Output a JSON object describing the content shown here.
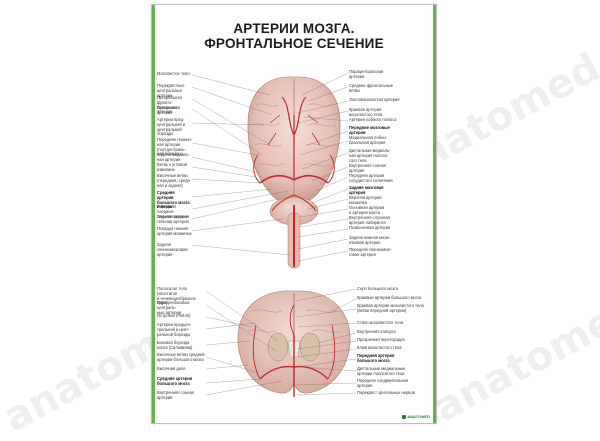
{
  "title_line1": "АРТЕРИИ МОЗГА.",
  "title_line2": "ФРОНТАЛЬНОЕ СЕЧЕНИЕ",
  "watermark": "anatomed.ru",
  "logo_text": "ANATOMED",
  "upper_left": [
    {
      "text": "Мозолистое тело",
      "bold": false
    },
    {
      "text": "Перекрёстные\nцентральные артерии",
      "bold": false
    },
    {
      "text": "Латеральная фронто-\nбазальная артерия",
      "bold": false
    },
    {
      "text": "Пупырчатая\nартерия",
      "bold": false
    },
    {
      "text": "Артерии пред-\nцентральной и\nцентральной\nборозды",
      "bold": false
    },
    {
      "text": "Передняя теменн-\nная артерия\n(постцентраль-\nной борозды)",
      "bold": false
    },
    {
      "text": "Задняя медиаль-\nная артерия",
      "bold": false
    },
    {
      "text": "Ветвь к угловой\nизвилине",
      "bold": false
    },
    {
      "text": "Височные ветви\n(передняя, средн-\nняя и задняя)",
      "bold": false
    },
    {
      "text": "Средняя артерия\nбольшого мозга\nи ветви",
      "bold": true
    },
    {
      "text": "Передняя соедини-\nтельная артерия",
      "bold": false
    },
    {
      "text": "Задняя соедини-\nтельная артерия",
      "bold": false
    },
    {
      "text": "Псевдоя нижняя\nартерия мозжечка",
      "bold": false
    },
    {
      "text": "Задняя спинномозговая артерия",
      "bold": false
    }
  ],
  "upper_right": [
    {
      "text": "Парацентральная\nартерия",
      "bold": false
    },
    {
      "text": "Средние фронтальные\nветви",
      "bold": false
    },
    {
      "text": "Околомозолистая артерия",
      "bold": false
    },
    {
      "text": "Краевая артерия\nмозолистого тела",
      "bold": false
    },
    {
      "text": "Артерия лобного полюса",
      "bold": false
    },
    {
      "text": "Передние мозговые\nартерии",
      "bold": true
    },
    {
      "text": "Медиальная лобно-\nбазальная артерия",
      "bold": false
    },
    {
      "text": "Дистальная медиаль-\nная артерия полоса-\nтого тела",
      "bold": false
    },
    {
      "text": "Внутренняя сонная\nартерия",
      "bold": false
    },
    {
      "text": "Передняя артерия\nсосудистого сплетения",
      "bold": false
    },
    {
      "text": "Задняя мозговая\nартерия",
      "bold": true
    },
    {
      "text": "Верхняя артерия\nмозжечка",
      "bold": false
    },
    {
      "text": "Основная артерия\nи артерия моста",
      "bold": false
    },
    {
      "text": "Внутренняя слуховая\nартерия лабиринта",
      "bold": false
    },
    {
      "text": "Позвоночная артерия",
      "bold": false
    },
    {
      "text": "Задняя нижняя мозж-\nечковая артерия",
      "bold": false
    },
    {
      "text": "Передняя спинномозг-\nговая артерия",
      "bold": false
    }
  ],
  "lower_left": [
    {
      "text": "Полосатое тело (хвостатое\nи чечевицеобразное ядро)",
      "bold": false
    },
    {
      "text": "Переднебоковые централь-\nные артерии",
      "bold": false
    },
    {
      "text": "Островок (Рейля)",
      "bold": false
    },
    {
      "text": "Артерии предцен-\nтральной и цент-\nральной борозды",
      "bold": false
    },
    {
      "text": "Боковая борозда\nмозга (Сильвиева)",
      "bold": false
    },
    {
      "text": "Височные ветви средней\nартерии большого мозга",
      "bold": false
    },
    {
      "text": "Височная доля",
      "bold": false
    },
    {
      "text": "Средняя артерия\nбольшого мозга",
      "bold": true
    },
    {
      "text": "Внутренняя сонная артерия",
      "bold": false
    }
  ],
  "lower_right": [
    {
      "text": "Серп большого мозга",
      "bold": false
    },
    {
      "text": "Краевые артерии большого мозга",
      "bold": false
    },
    {
      "text": "Краевая артерия мозолистого тела\n(ветви передней артерии)",
      "bold": false
    },
    {
      "text": "Ствол мозолистого тела",
      "bold": false
    },
    {
      "text": "Внутренняя капсула",
      "bold": false
    },
    {
      "text": "Прозрачная перегородка",
      "bold": false
    },
    {
      "text": "Клюв мозолистого тела",
      "bold": false
    },
    {
      "text": "Передняя артерия\nбольшого мозга",
      "bold": true
    },
    {
      "text": "Дистальные медиальные\nартерии полосатого тела",
      "bold": false
    },
    {
      "text": "Передняя соединительная\nартерия",
      "bold": false
    },
    {
      "text": "Перекрёст зрительных нервов",
      "bold": false
    }
  ]
}
